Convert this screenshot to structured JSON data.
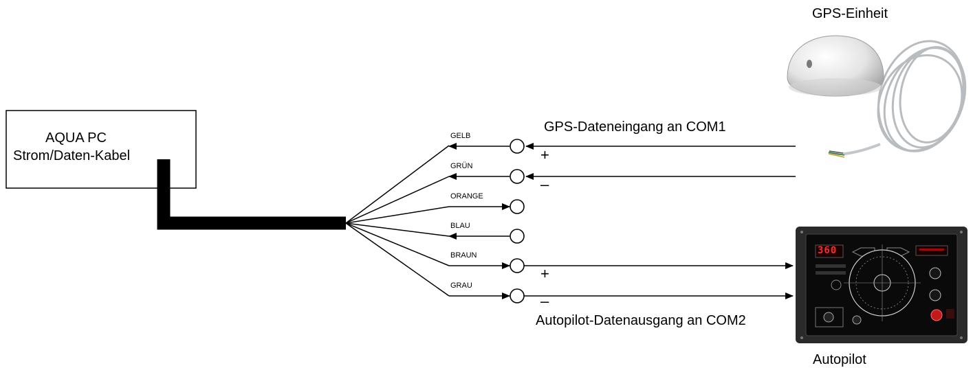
{
  "gps": {
    "title": "GPS-Einheit",
    "data_label": "GPS-Dateneingang an COM1"
  },
  "pc_box": {
    "line1": "AQUA PC",
    "line2": "Strom/Daten-Kabel"
  },
  "wires": [
    {
      "label": "GELB",
      "sign": "+"
    },
    {
      "label": "GRÜN",
      "sign": "–"
    },
    {
      "label": "ORANGE",
      "sign": ""
    },
    {
      "label": "BLAU",
      "sign": ""
    },
    {
      "label": "BRAUN",
      "sign": "+"
    },
    {
      "label": "GRAU",
      "sign": "–"
    }
  ],
  "autopilot": {
    "title": "Autopilot",
    "data_label": "Autopilot-Datenausgang an COM2",
    "display_value": "360"
  }
}
